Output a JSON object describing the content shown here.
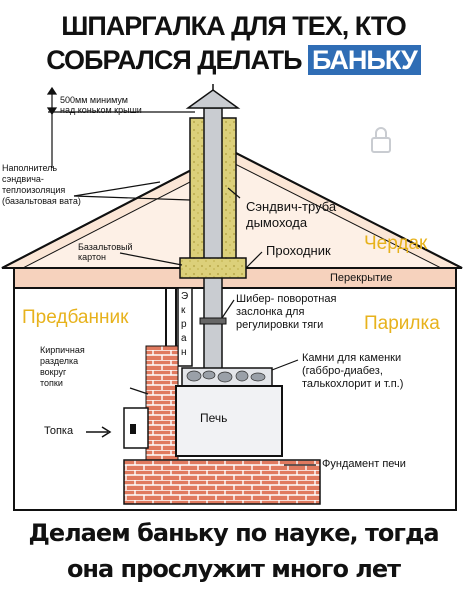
{
  "title": {
    "line1": "ШПАРГАЛКА ДЛЯ ТЕХ, КТО",
    "line2_plain": "СОБРАЛСЯ ДЕЛАТЬ ",
    "line2_accent": "БАНЬКУ"
  },
  "labels": {
    "roof_gap_1": "500мм минимум",
    "roof_gap_2": "над коньком крыши",
    "filler_1": "Наполнитель",
    "filler_2": "сэндвича-",
    "filler_3": "теплоизоляция",
    "filler_4": "(базальтовая вата)",
    "basalt_1": "Базальтовый",
    "basalt_2": "картон",
    "sandwich_1": "Сэндвич-труба",
    "sandwich_2": "дымохода",
    "passthrough": "Проходник",
    "attic": "Чердак",
    "ceiling": "Перекрытие",
    "predbannik": "Предбанник",
    "screen_letters": [
      "Э",
      "к",
      "р",
      "а",
      "н"
    ],
    "damper_1": "Шибер- поворотная",
    "damper_2": "заслонка для",
    "damper_3": "регулировки тяги",
    "parilka": "Парилка",
    "brick_1": "Кирпичная",
    "brick_2": "разделка",
    "brick_3": "вокруг",
    "brick_4": "топки",
    "stones_1": "Камни для каменки",
    "stones_2": "(габбро-диабез,",
    "stones_3": "талькохлорит и т.п.)",
    "firebox": "Топка",
    "stove": "Печь",
    "foundation": "Фундамент печи"
  },
  "footer": {
    "line1": "Делаем баньку по науке, тогда",
    "line2": "она прослужит много лет"
  },
  "colors": {
    "accent": "#2f6db5",
    "label_yellow": "#e7b21c",
    "brick": "#e07a5f",
    "roof_fill": "#fbe6d6",
    "ceiling_band": "#f6d2bd",
    "insulation": "#dcd07a",
    "pipe": "#c9ccd1"
  }
}
